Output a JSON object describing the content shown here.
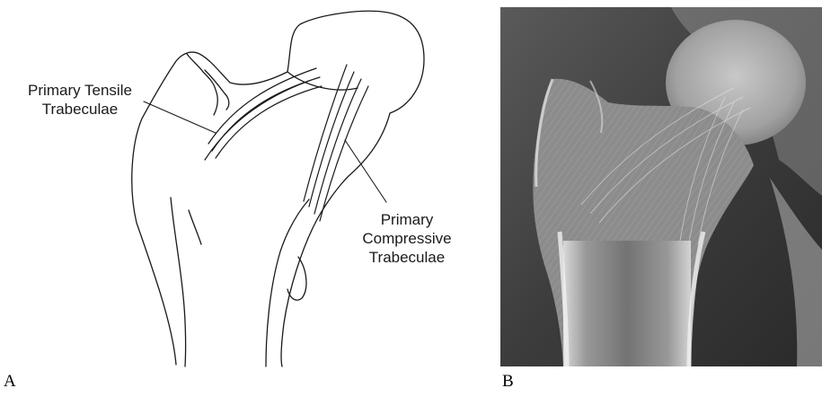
{
  "figure": {
    "panel_a": {
      "letter": "A",
      "labels": {
        "tensile_line1": "Primary Tensile",
        "tensile_line2": "Trabeculae",
        "compressive_line1": "Primary",
        "compressive_line2": "Compressive",
        "compressive_line3": "Trabeculae"
      }
    },
    "panel_b": {
      "letter": "B"
    }
  }
}
